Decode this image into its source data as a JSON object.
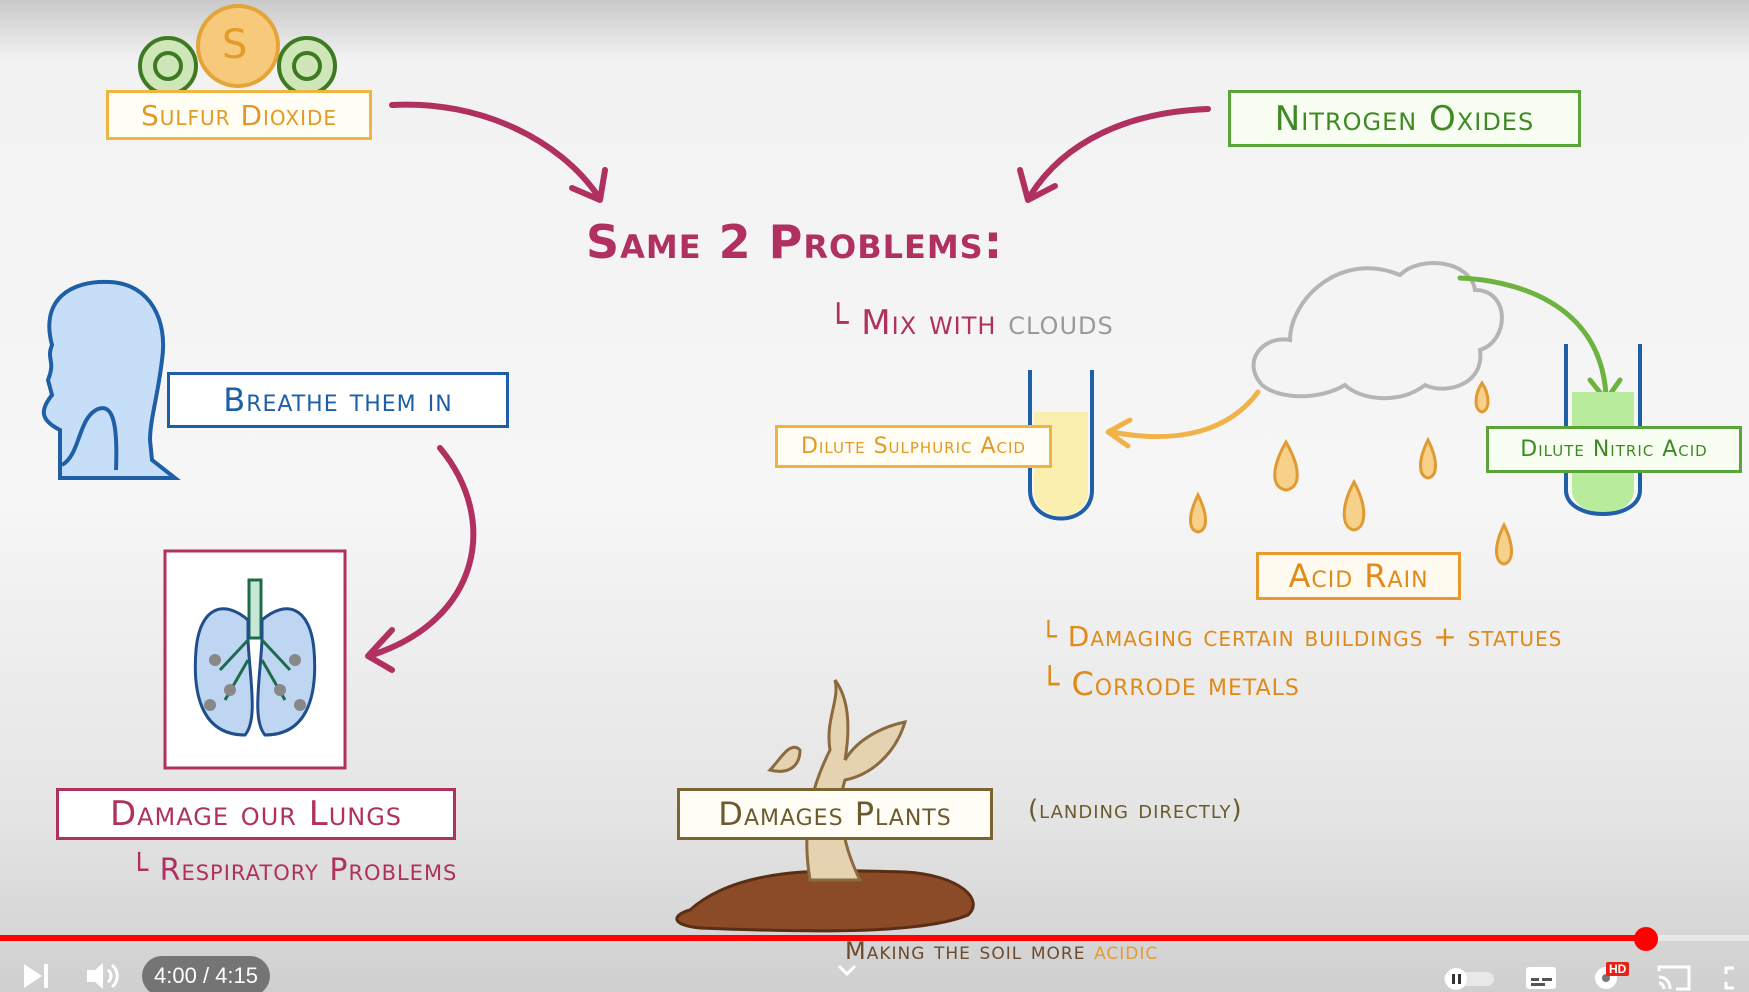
{
  "diagram": {
    "sulfur_dioxide": "Sulfur Dioxide",
    "sulfur_symbol": "S",
    "oxygen_symbol": "O",
    "nitrogen_oxides": "Nitrogen Oxides",
    "same_problems": "Same 2 Problems:",
    "mix_with": "Mix with",
    "clouds": "clouds",
    "breathe": "Breathe them in",
    "damage_lungs": "Damage our Lungs",
    "respiratory": "Respiratory Problems",
    "dilute_sulphuric": "Dilute Sulphuric Acid",
    "dilute_nitric": "Dilute Nitric Acid",
    "acid_rain": "Acid Rain",
    "damaging_buildings": "Damaging certain buildings + statues",
    "corrode_metals": "Corrode metals",
    "damages_plants": "Damages Plants",
    "landing_directly": "(landing directly)"
  },
  "player": {
    "time_current": "4:00",
    "time_separator": " / ",
    "time_total": "4:15",
    "progress": 0.941,
    "caption_prefix": "Making the soil more ",
    "caption_highlight": "acidic",
    "hd_badge": "HD",
    "icons": [
      "next-icon",
      "volume-icon",
      "autoplay-toggle-icon",
      "subtitles-icon",
      "settings-icon",
      "cast-icon",
      "fullscreen-icon",
      "chevron-down-icon"
    ]
  },
  "colors": {
    "progress": "#ff0000",
    "magenta": "#b0305f",
    "orange": "#e89a2b",
    "green": "#5aa53a",
    "blue": "#1f5fa8",
    "brown": "#6b5a2e"
  }
}
